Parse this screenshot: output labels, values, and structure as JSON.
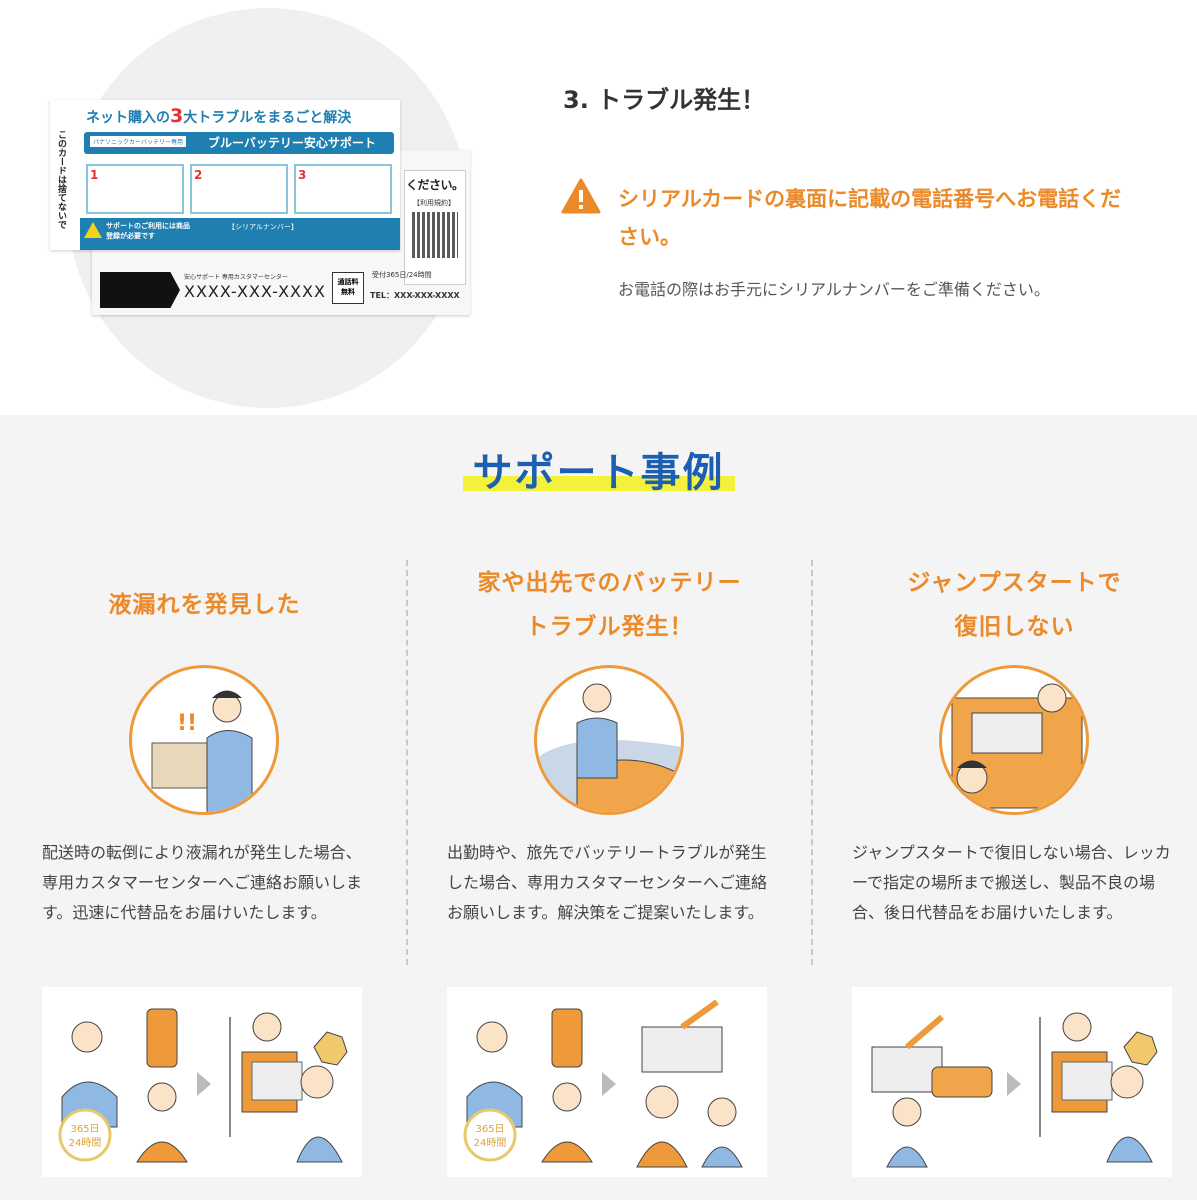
{
  "top": {
    "step_heading": "3. トラブル発生！",
    "warning_text": "シリアルカードの裏面に記載の電話番号へお電話ください。",
    "note_text": "お電話の際はお手元にシリアルナンバーをご準備ください。",
    "card": {
      "headline_pre": "ネット購入の",
      "headline_num": "3",
      "headline_post": "大トラブルをまるごと解決",
      "tag": "パナソニックカーバッテリー専用",
      "banner": "ブルーバッテリー安心サポート",
      "side_text": "このカードは捨てないで",
      "steps": [
        "1",
        "2",
        "3"
      ],
      "notice": "サポートのご利用には商品登録が必要です",
      "serial_label": "【シリアルナンバー】",
      "back_tail": "ください。",
      "back_label": "【利用規約】",
      "phone": "XXXX-XXX-XXXX",
      "center_label": "安心サポート 専用カスタマーセンター",
      "free_label": "通話料無料",
      "hours": "受付365日/24時間",
      "tel": "TEL：XXX-XXX-XXXX"
    }
  },
  "section": {
    "title": "サポート事例",
    "cases": [
      {
        "title_lines": [
          "液漏れを発見した"
        ],
        "desc": "配送時の転倒により液漏れが発生した場合、専用カスタマーセンターへご連絡お願いします。迅速に代替品をお届けいたします。"
      },
      {
        "title_lines": [
          "家や出先でのバッテリー",
          "トラブル発生！"
        ],
        "desc": "出勤時や、旅先でバッテリートラブルが発生した場合、専用カスタマーセンターへご連絡お願いします。解決策をご提案いたします。"
      },
      {
        "title_lines": [
          "ジャンプスタートで",
          "復旧しない"
        ],
        "desc": "ジャンプスタートで復旧しない場合、レッカーで指定の場所まで搬送し、製品不良の場合、後日代替品をお届けいたします。"
      }
    ],
    "badge": [
      "365日",
      "24時間"
    ]
  },
  "colors": {
    "orange": "#ec8a2a",
    "blue": "#1c5fb0",
    "highlight": "#f3f13a",
    "card_blue": "#1e7fb0"
  }
}
